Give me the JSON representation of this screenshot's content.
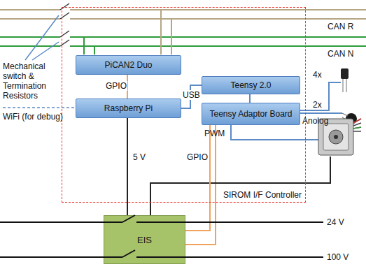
{
  "diagram": {
    "nodes": [
      {
        "text": [
          "SIROM I/F Controller"
        ]
      },
      {
        "text": [
          "PiCAN2 Duo"
        ],
        "in": 0
      },
      {
        "text": [
          "Raspberry Pi"
        ],
        "in": 0
      },
      {
        "text": [
          "Teensy 2.0"
        ],
        "in": 0
      },
      {
        "text": [
          "Teensy Adaptor Board"
        ],
        "in": 0
      },
      {
        "text": [
          "EIS"
        ]
      }
    ],
    "edges": [
      {
        "from": 1,
        "to": 2,
        "arrow": "none",
        "label": "GPIO"
      },
      {
        "from": 2,
        "to": 3,
        "arrow": "none",
        "label": "USB"
      },
      {
        "from": 3,
        "to": 4,
        "arrow": "none"
      },
      {
        "from": 2,
        "to": 5,
        "arrow": "none",
        "label": "5 V"
      },
      {
        "from": 4,
        "to": 5,
        "arrow": "none",
        "label": "GPIO"
      }
    ],
    "labels": [
      "CAN R",
      "CAN N",
      "Mechanical switch & Termination Resistors",
      "WiFi (for debug)",
      "PWM",
      "4x",
      "2x",
      "Anolog",
      "24 V",
      "100 V"
    ]
  }
}
